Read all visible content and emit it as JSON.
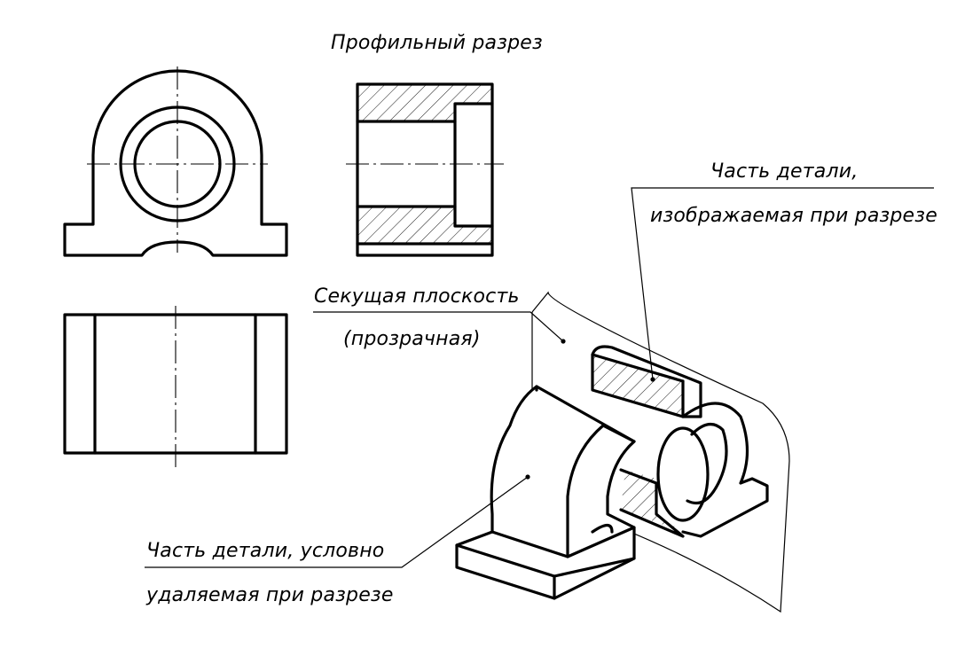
{
  "labels": {
    "title": "Профильный разрез",
    "part_shown_line1": "Часть детали,",
    "part_shown_line2": "изображаемая при разрезе",
    "cutting_plane_line1": "Секущая плоскость",
    "cutting_plane_line2": "(прозрачная)",
    "part_removed_line1": "Часть детали, условно",
    "part_removed_line2": "удаляемая при разрезе"
  },
  "colors": {
    "ink": "#000000",
    "paper": "#ffffff"
  }
}
